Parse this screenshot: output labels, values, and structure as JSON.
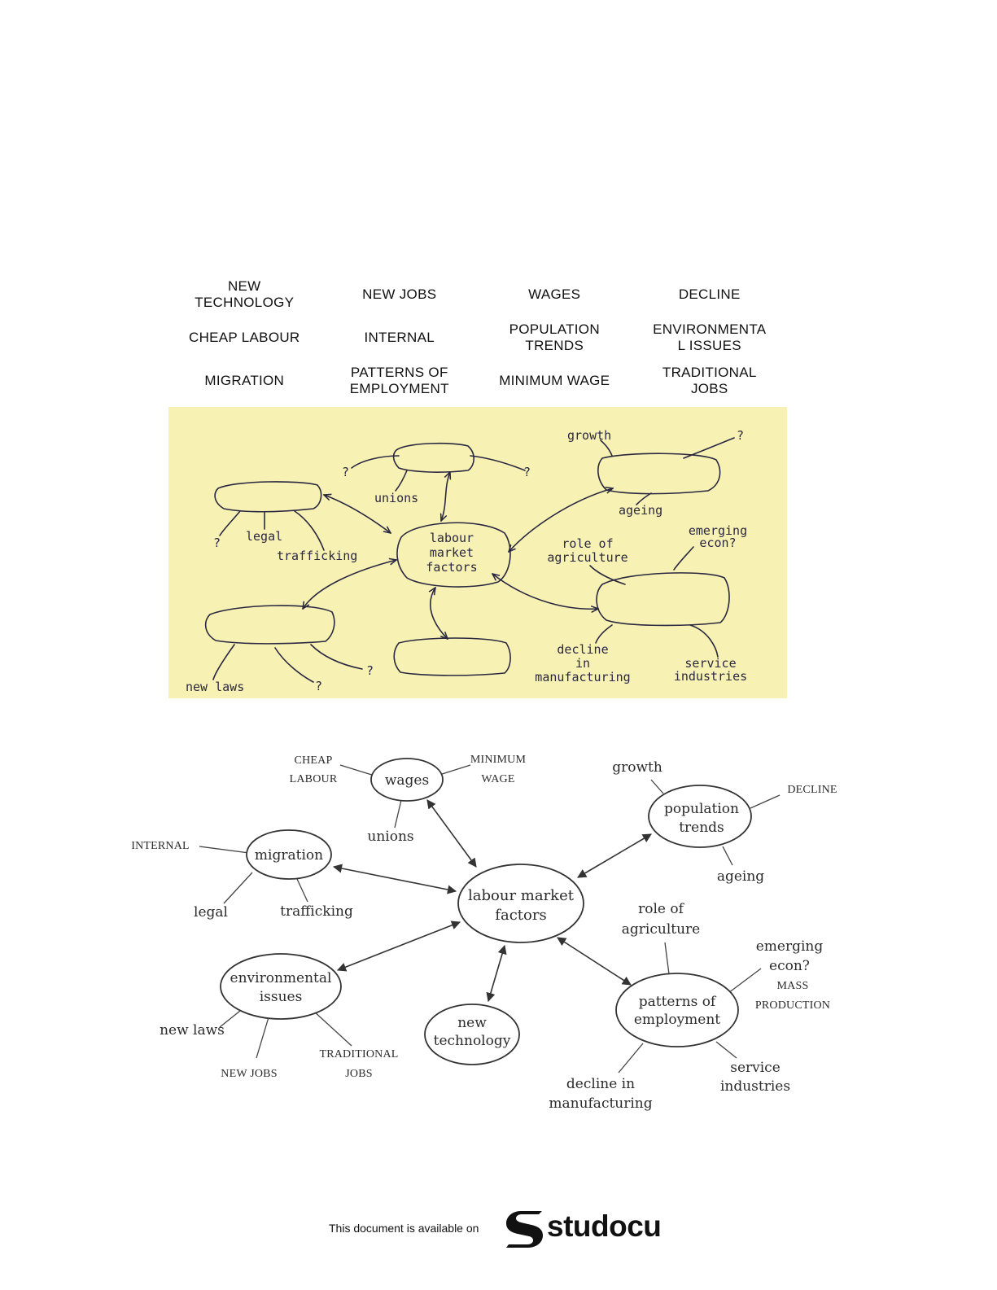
{
  "word_bank": [
    "NEW\nTECHNOLOGY",
    "NEW JOBS",
    "WAGES",
    "DECLINE",
    "CHEAP LABOUR",
    "INTERNAL",
    "POPULATION\nTRENDS",
    "ENVIRONMENTA\nL ISSUES",
    "MIGRATION",
    "PATTERNS OF\nEMPLOYMENT",
    "MINIMUM WAGE",
    "TRADITIONAL\nJOBS"
  ],
  "sketch": {
    "center": [
      "labour",
      "market",
      "factors"
    ],
    "unions": "unions",
    "growth": "growth",
    "ageing": "ageing",
    "legal": "legal",
    "trafficking": "trafficking",
    "role_agri": [
      "role of",
      "agriculture"
    ],
    "emerging": [
      "emerging",
      "econ?"
    ],
    "decline_manu": [
      "decline",
      "in",
      "manufacturing"
    ],
    "service": [
      "service",
      "industries"
    ],
    "new_laws": "new laws",
    "question": "?"
  },
  "diagram": {
    "center": [
      "labour market",
      "factors"
    ],
    "wages": "wages",
    "cheap_labour": [
      "CHEAP",
      "LABOUR"
    ],
    "minimum_wage": [
      "MINIMUM",
      "WAGE"
    ],
    "unions": "unions",
    "migration": "migration",
    "internal": "INTERNAL",
    "legal": "legal",
    "trafficking": "trafficking",
    "population": [
      "population",
      "trends"
    ],
    "growth": "growth",
    "decline": "DECLINE",
    "ageing": "ageing",
    "environmental": [
      "environmental",
      "issues"
    ],
    "new_laws": "new laws",
    "new_jobs": "NEW JOBS",
    "traditional_jobs": [
      "TRADITIONAL",
      "JOBS"
    ],
    "new_technology": [
      "new",
      "technology"
    ],
    "patterns": [
      "patterns of",
      "employment"
    ],
    "role_agri": [
      "role of",
      "agriculture"
    ],
    "emerging": [
      "emerging",
      "econ?"
    ],
    "mass_production": [
      "MASS",
      "PRODUCTION"
    ],
    "decline_manu": [
      "decline in",
      "manufacturing"
    ],
    "service": [
      "service",
      "industries"
    ]
  },
  "footer": {
    "text": "This document is available on",
    "brand": "studocu"
  },
  "colors": {
    "sketch_bg": "#f7f2b4",
    "ink": "#2a2740"
  }
}
